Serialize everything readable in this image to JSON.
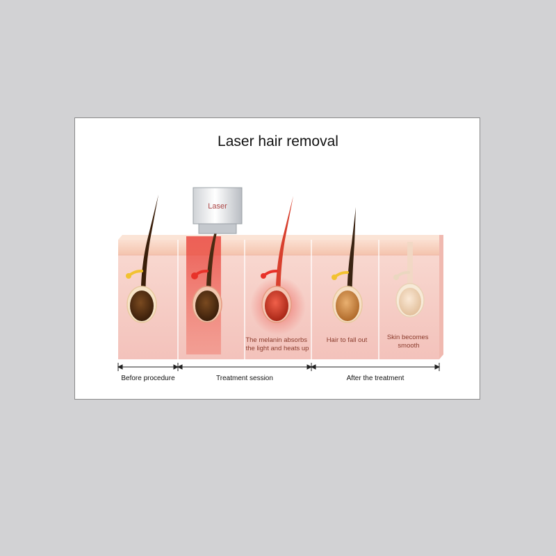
{
  "title": "Laser hair removal",
  "device": {
    "label": "Laser"
  },
  "captions": {
    "stage3": [
      "The melanin absorbs",
      "the light and heats up"
    ],
    "stage4": [
      "Hair to fall out"
    ],
    "stage5": [
      "Skin becomes",
      "smooth"
    ]
  },
  "timeline": {
    "before": "Before procedure",
    "session": "Treatment session",
    "after": "After the treatment"
  },
  "colors": {
    "skin": "#f6cfc8",
    "skin_top": "#f7c9b8",
    "follicle_dark": "#4a2a12",
    "follicle_medium": "#b86a28",
    "follicle_light": "#e9c9a8",
    "laser_red": "#e8322a",
    "gland_yellow": "#f2c230"
  }
}
